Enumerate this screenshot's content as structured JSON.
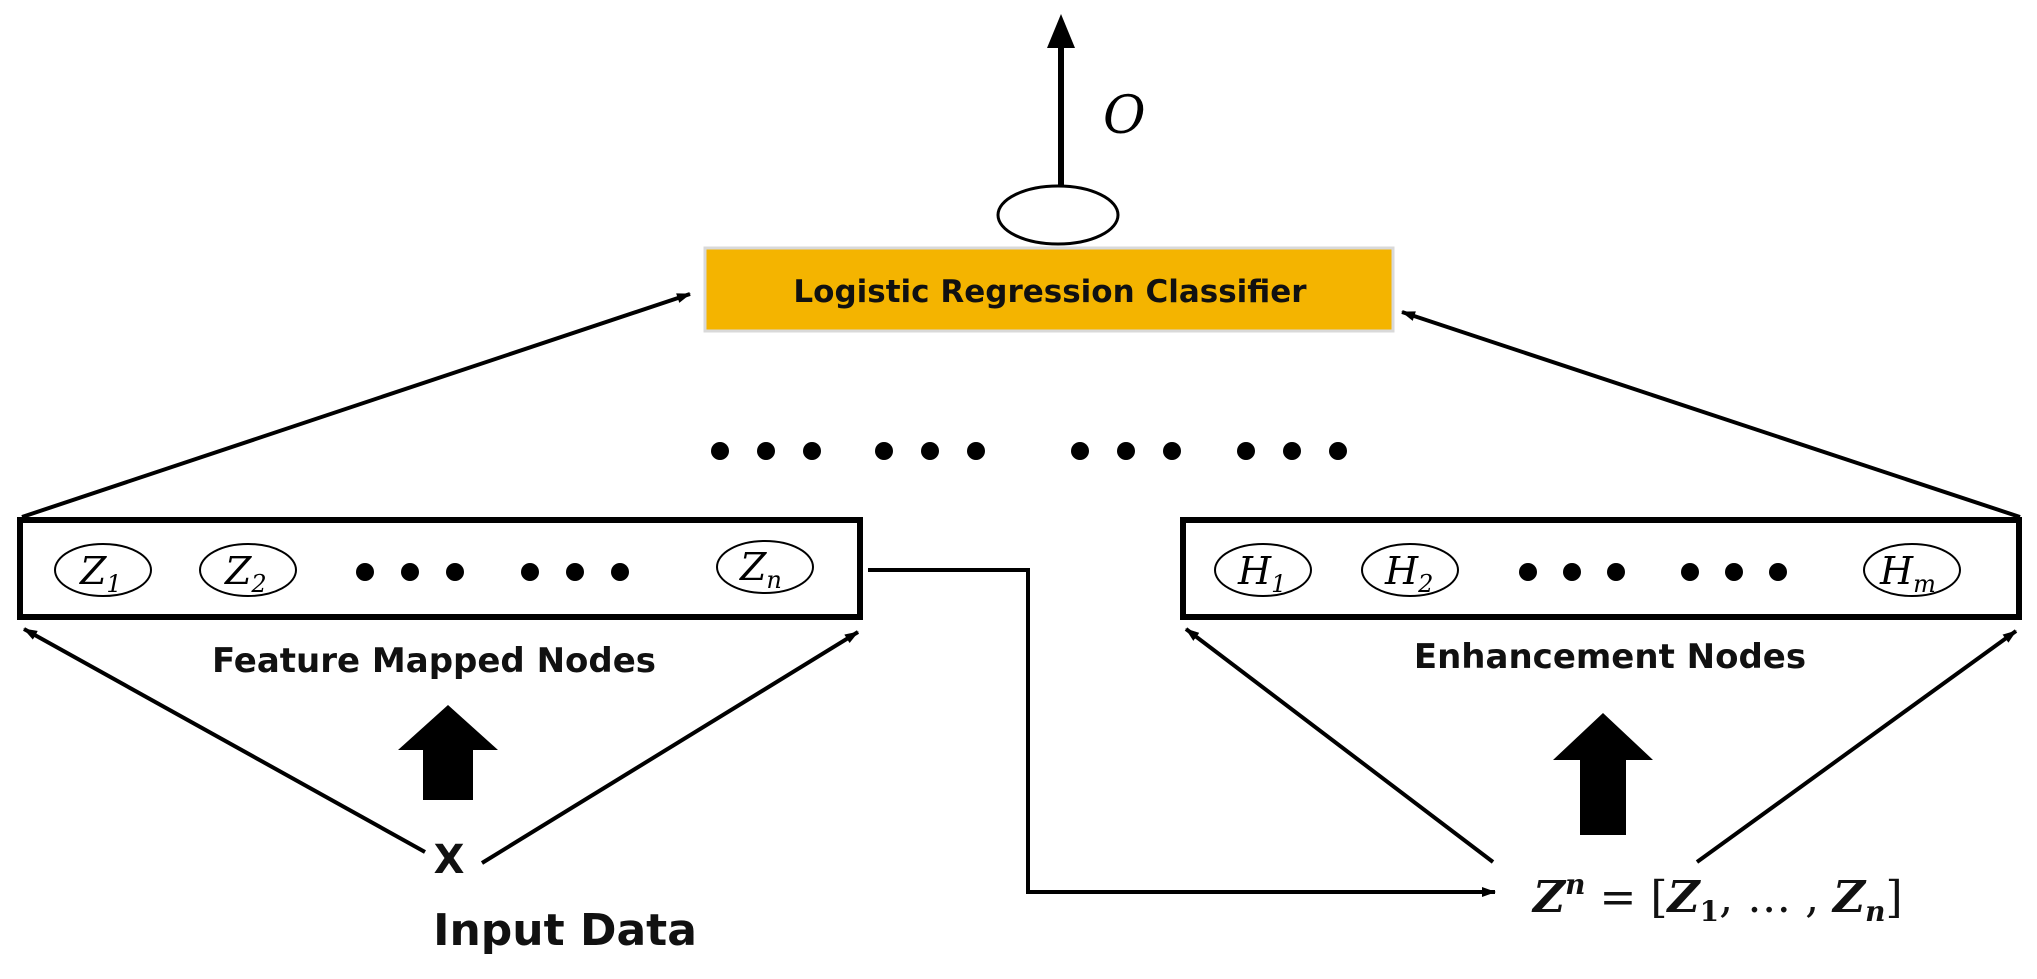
{
  "output": {
    "symbol": "O"
  },
  "classifier": {
    "label": "Logistic Regression Classifier",
    "fill_color": "#f4b400",
    "border_color": "#d9d9d9"
  },
  "feature_nodes": {
    "nodes": [
      {
        "base": "Z",
        "sub": "1"
      },
      {
        "base": "Z",
        "sub": "2"
      },
      {
        "base": "Z",
        "sub": "n"
      }
    ],
    "caption": "Feature Mapped Nodes"
  },
  "enhancement_nodes": {
    "nodes": [
      {
        "base": "H",
        "sub": "1"
      },
      {
        "base": "H",
        "sub": "2"
      },
      {
        "base": "H",
        "sub": "m"
      }
    ],
    "caption": "Enhancement Nodes"
  },
  "input": {
    "symbol": "X",
    "caption": "Input Data"
  },
  "concat_formula": {
    "lhs_base": "Z",
    "lhs_sup": "n",
    "eq": " = [",
    "z1_base": "Z",
    "z1_sub": "1",
    "middle": ", … , ",
    "zn_base": "Z",
    "zn_sub": "n",
    "close": "]"
  },
  "icons": {
    "ellipsis": "ellipsis-dots-icon",
    "arrow": "arrow-icon",
    "block_arrow": "block-up-arrow-icon"
  }
}
